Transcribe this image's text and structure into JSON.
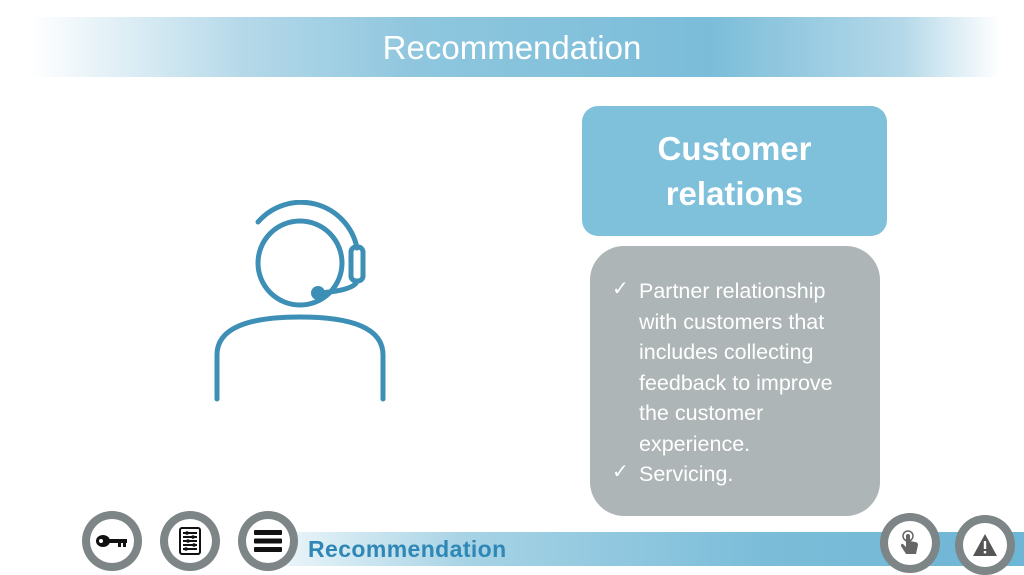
{
  "header": {
    "title": "Recommendation"
  },
  "card": {
    "title": "Customer relations",
    "bullets": [
      "Partner relationship with customers that includes collecting feedback to improve the customer experience.",
      "Servicing."
    ],
    "check_glyph": "✓"
  },
  "footer": {
    "title": "Recommendation"
  },
  "nav_left": [
    {
      "icon": "key-icon"
    },
    {
      "icon": "calculator-icon"
    },
    {
      "icon": "menu-icon"
    }
  ],
  "nav_right": [
    {
      "icon": "touch-icon"
    },
    {
      "icon": "warning-icon"
    }
  ],
  "colors": {
    "accent": "#7fc0db",
    "agent_stroke": "#3d8fb6",
    "card_gray": "#aeb5b6",
    "footer_text": "#2f87b6",
    "button_gray": "#7d8586"
  }
}
